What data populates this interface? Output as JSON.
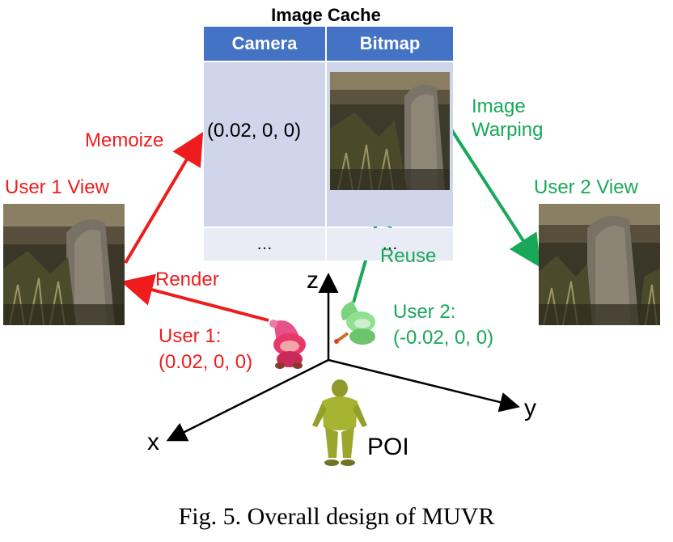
{
  "image_cache": {
    "title": "Image Cache",
    "headers": {
      "camera": "Camera",
      "bitmap": "Bitmap"
    },
    "rows": [
      {
        "camera": "(0.02, 0, 0)",
        "bitmap_icon": "rendered-frame-thumbnail"
      },
      {
        "camera": "…",
        "bitmap": "…"
      }
    ]
  },
  "views": {
    "user1": "User 1 View",
    "user2": "User 2 View"
  },
  "arrows": {
    "memoize": "Memoize",
    "render": "Render",
    "image_warping": "Image\nWarping",
    "reuse": "Reuse"
  },
  "users": {
    "user1": {
      "name": "User 1:",
      "coords": "(0.02, 0, 0)",
      "avatar_icon": "pink-gnome-icon"
    },
    "user2": {
      "name": "User 2:",
      "coords": "(-0.02, 0, 0)",
      "avatar_icon": "green-gnome-icon"
    }
  },
  "axes": {
    "x": "x",
    "y": "y",
    "z": "z"
  },
  "poi": {
    "label": "POI",
    "icon": "goblin-figure-icon"
  },
  "caption": "Fig. 5.   Overall design of MUVR",
  "colors": {
    "red": "#ee1c1c",
    "green": "#19a85a",
    "header_blue": "#4472c4",
    "cell_blue": "#cfd5ea",
    "cell_light": "#e9ebf5"
  }
}
